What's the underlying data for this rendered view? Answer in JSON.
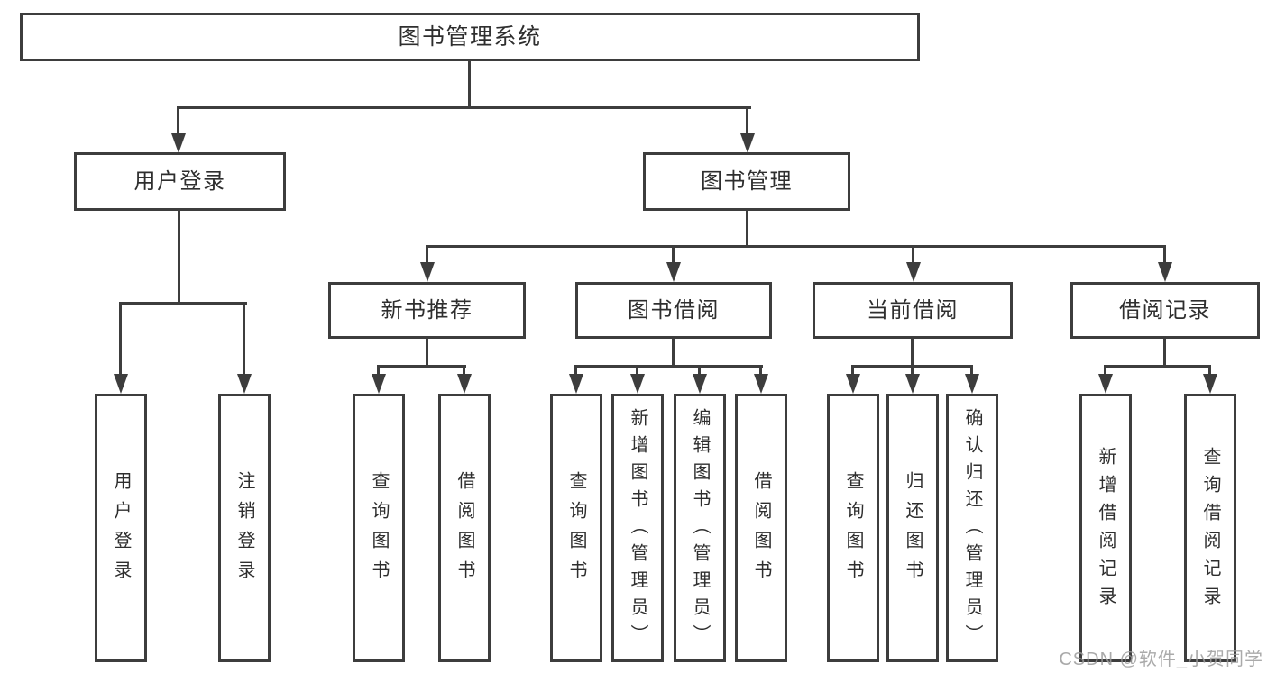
{
  "diagram": {
    "root": {
      "label": "图书管理系统"
    },
    "branches": {
      "user_login": {
        "label": "用户登录",
        "children": [
          "用户登录",
          "注销登录"
        ]
      },
      "book_mgmt": {
        "label": "图书管理"
      }
    },
    "modules": [
      {
        "label": "新书推荐",
        "children": [
          "查询图书",
          "借阅图书"
        ]
      },
      {
        "label": "图书借阅",
        "children": [
          "查询图书",
          "新增图书（管理员）",
          "编辑图书（管理员）",
          "借阅图书"
        ]
      },
      {
        "label": "当前借阅",
        "children": [
          "查询图书",
          "归还图书",
          "确认归还（管理员）"
        ]
      },
      {
        "label": "借阅记录",
        "children": [
          "新增借阅记录",
          "查询借阅记录"
        ]
      }
    ],
    "watermark": "CSDN @软件_小贺同学",
    "colors": {
      "line": "#3d3d3d",
      "text": "#2e2e2e",
      "watermark": "#9c9c9c",
      "background": "#ffffff"
    }
  }
}
